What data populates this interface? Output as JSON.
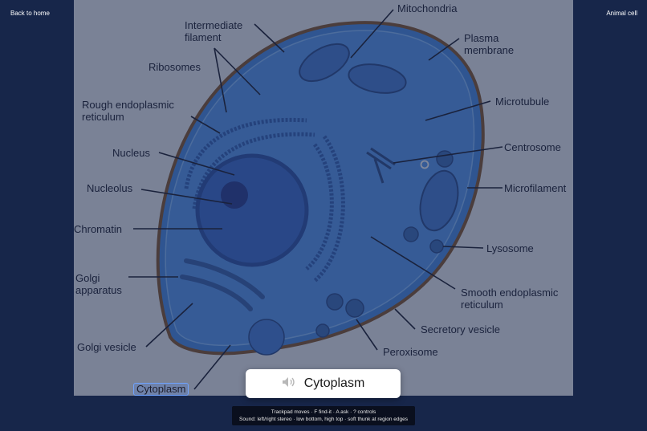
{
  "header": {
    "back_label": "Back to home",
    "title": "Animal cell"
  },
  "diagram": {
    "labels": {
      "intermediate_filament": "Intermediate\nfilament",
      "mitochondria": "Mitochondria",
      "plasma_membrane": "Plasma\nmembrane",
      "ribosomes": "Ribosomes",
      "rough_er": "Rough endoplasmic\nreticulum",
      "microtubule": "Microtubule",
      "nucleus": "Nucleus",
      "centrosome": "Centrosome",
      "nucleolus": "Nucleolus",
      "microfilament": "Microfilament",
      "chromatin": "Chromatin",
      "lysosome": "Lysosome",
      "golgi_apparatus": "Golgi\napparatus",
      "smooth_er": "Smooth endoplasmic\nreticulum",
      "secretory_vesicle": "Secretory vesicle",
      "golgi_vesicle": "Golgi vesicle",
      "peroxisome": "Peroxisome",
      "cytoplasm": "Cytoplasm"
    }
  },
  "toast": {
    "icon": "speaker-icon",
    "text": "Cytoplasm"
  },
  "hints": {
    "line1": "Trackpad moves · F find-it · A ask · ? controls",
    "line2": "Sound: left/right stereo · low bottom, high top · soft thunk at region edges"
  },
  "colors": {
    "background": "#17264a",
    "highlight": "#4f8ff0"
  }
}
